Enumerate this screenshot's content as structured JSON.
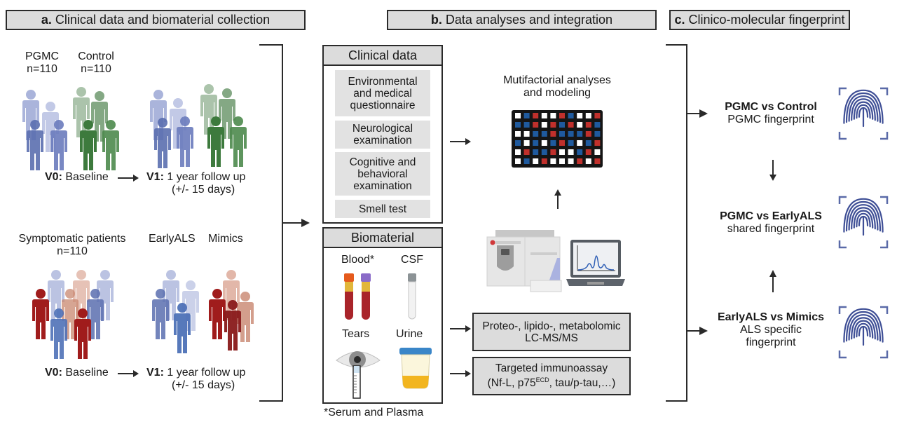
{
  "sections": {
    "a": {
      "letter": "a.",
      "title": "Clinical data and biomaterial collection"
    },
    "b": {
      "letter": "b.",
      "title": "Data analyses and integration"
    },
    "c": {
      "letter": "c.",
      "title": "Clinico-molecular fingerprint"
    }
  },
  "cohort_top": {
    "group1": {
      "name": "PGMC",
      "n": "n=110",
      "color": "#5b6fb0"
    },
    "group2": {
      "name": "Control",
      "n": "n=110",
      "color": "#3d7a3d"
    },
    "v0": {
      "label": "V0:",
      "text": "Baseline"
    },
    "v1": {
      "label": "V1:",
      "text": "1 year follow up",
      "sub": "(+/- 15 days)"
    }
  },
  "cohort_bottom": {
    "group": {
      "name": "Symptomatic patients",
      "n": "n=110"
    },
    "sub1": {
      "name": "EarlyALS",
      "color": "#5b6fb0"
    },
    "sub2": {
      "name": "Mimics",
      "color": "#a01c1c"
    },
    "v0": {
      "label": "V0:",
      "text": "Baseline"
    },
    "v1": {
      "label": "V1:",
      "text": "1 year follow up",
      "sub": "(+/- 15 days)"
    }
  },
  "clinical_data": {
    "title": "Clinical data",
    "items": [
      {
        "lines": [
          "Environmental",
          "and medical",
          "questionnaire"
        ]
      },
      {
        "lines": [
          "Neurological",
          "examination"
        ]
      },
      {
        "lines": [
          "Cognitive and",
          "behavioral",
          "examination"
        ]
      },
      {
        "lines": [
          "Smell test"
        ]
      }
    ]
  },
  "biomaterial": {
    "title": "Biomaterial",
    "samples": [
      "Blood*",
      "CSF",
      "Tears",
      "Urine"
    ],
    "footnote": "*Serum and Plasma"
  },
  "analysis": {
    "title_line1": "Mutifactorial analyses",
    "title_line2": "and modeling",
    "grid_colors": {
      "W": "#ffffff",
      "B": "#1f5a9e",
      "R": "#c0302c"
    },
    "grid": [
      [
        "W",
        "B",
        "R",
        "W",
        "W",
        "R",
        "B",
        "W",
        "W",
        "R"
      ],
      [
        "B",
        "B",
        "R",
        "W",
        "R",
        "B",
        "R",
        "W",
        "R",
        "B"
      ],
      [
        "W",
        "W",
        "B",
        "B",
        "R",
        "B",
        "B",
        "B",
        "R",
        "B"
      ],
      [
        "B",
        "W",
        "B",
        "W",
        "B",
        "R",
        "B",
        "W",
        "B",
        "R"
      ],
      [
        "W",
        "R",
        "B",
        "B",
        "R",
        "W",
        "W",
        "B",
        "R",
        "W"
      ],
      [
        "W",
        "B",
        "W",
        "R",
        "W",
        "W",
        "W",
        "R",
        "W",
        "R"
      ]
    ]
  },
  "assays": {
    "omics": {
      "line1": "Proteo-, lipido-, metabolomic",
      "line2": "LC-MS/MS"
    },
    "immuno": {
      "line1": "Targeted immunoassay",
      "line2_pre": "(Nf-L, p75",
      "line2_sup": "ECD",
      "line2_post": ",  tau/p-tau,…)"
    }
  },
  "fingerprints": [
    {
      "bold": "PGMC vs Control",
      "lines": [
        "PGMC fingerprint"
      ]
    },
    {
      "bold": "PGMC vs EarlyALS",
      "lines": [
        "shared fingerprint"
      ]
    },
    {
      "bold": "EarlyALS vs Mimics",
      "lines": [
        "ALS specific",
        "fingerprint"
      ]
    }
  ],
  "fingerprint_color": "#3f4f96"
}
